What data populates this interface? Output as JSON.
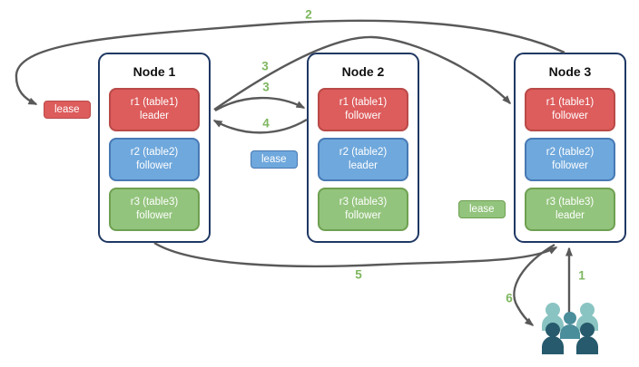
{
  "nodes": [
    {
      "title": "Node 1",
      "replicas": [
        {
          "name": "r1 (table1)",
          "role": "leader",
          "color": "red"
        },
        {
          "name": "r2 (table2)",
          "role": "follower",
          "color": "blue"
        },
        {
          "name": "r3 (table3)",
          "role": "follower",
          "color": "green"
        }
      ]
    },
    {
      "title": "Node 2",
      "replicas": [
        {
          "name": "r1 (table1)",
          "role": "follower",
          "color": "red"
        },
        {
          "name": "r2 (table2)",
          "role": "leader",
          "color": "blue"
        },
        {
          "name": "r3 (table3)",
          "role": "follower",
          "color": "green"
        }
      ]
    },
    {
      "title": "Node 3",
      "replicas": [
        {
          "name": "r1 (table1)",
          "role": "follower",
          "color": "red"
        },
        {
          "name": "r2 (table2)",
          "role": "follower",
          "color": "blue"
        },
        {
          "name": "r3 (table3)",
          "role": "leader",
          "color": "green"
        }
      ]
    }
  ],
  "leases": [
    {
      "label": "lease",
      "color": "red"
    },
    {
      "label": "lease",
      "color": "blue"
    },
    {
      "label": "lease",
      "color": "green"
    }
  ],
  "steps": {
    "s1": "1",
    "s2": "2",
    "s3a": "3",
    "s3b": "3",
    "s4": "4",
    "s5": "5",
    "s6": "6"
  },
  "icons": {
    "users": "users-group-icon"
  },
  "colors": {
    "node_border": "#1F3864",
    "arrow": "#595959",
    "step_label": "#7EB75F",
    "replica_red_fill": "#DD5C5C",
    "replica_red_border": "#B94A48",
    "replica_blue_fill": "#6FA8DC",
    "replica_blue_border": "#4779B4",
    "replica_green_fill": "#93C47D",
    "replica_green_border": "#6EA051",
    "users_light": "#8AC4C2",
    "users_mid": "#4A8D9B",
    "users_dark": "#265A6C"
  }
}
